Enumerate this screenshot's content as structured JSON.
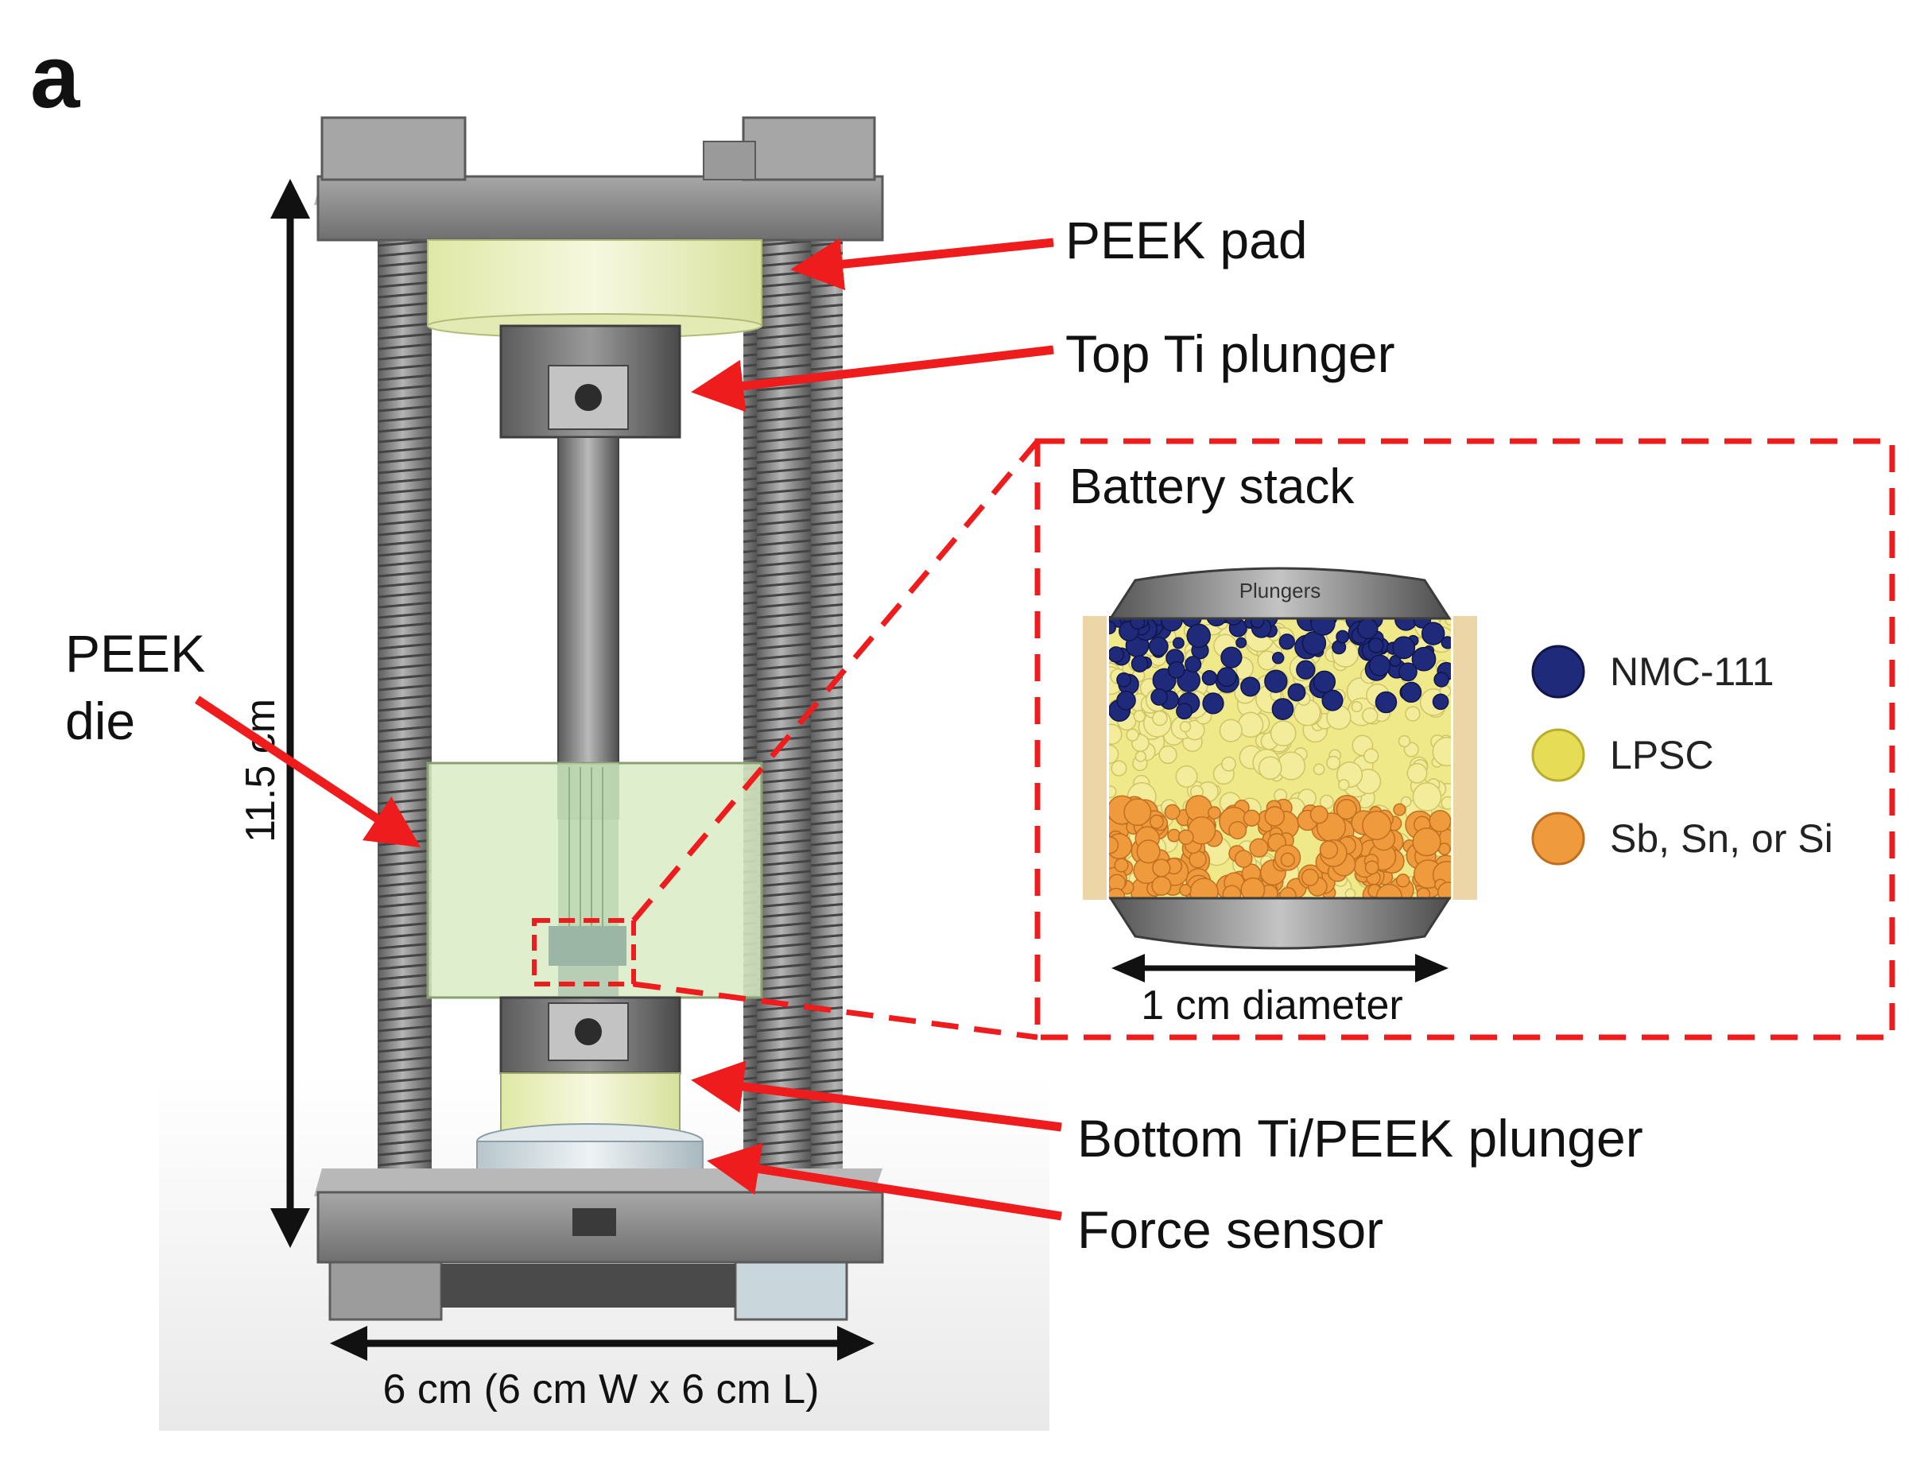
{
  "panel_label": "a",
  "labels": {
    "peek_pad": "PEEK pad",
    "top_plunger": "Top Ti plunger",
    "peek_die_line1": "PEEK",
    "peek_die_line2": "die",
    "bottom_plunger": "Bottom Ti/PEEK plunger",
    "force_sensor": "Force sensor"
  },
  "dimensions": {
    "height": "11.5 cm",
    "width": "6 cm (6 cm W x 6 cm L)"
  },
  "inset": {
    "title": "Battery stack",
    "plunger_label": "Plungers",
    "diameter": "1 cm diameter",
    "legend": [
      {
        "label": "NMC-111",
        "color": "#1f2a7a"
      },
      {
        "label": "LPSC",
        "color": "#e6dc55"
      },
      {
        "label": "Sb, Sn, or Si",
        "color": "#f09a3e"
      }
    ]
  },
  "colors": {
    "arrow": "#ee1c1c",
    "steel": "#8a8a8a",
    "peek_die": "#d9ebc3",
    "peek_pad": "#eef3c9"
  }
}
